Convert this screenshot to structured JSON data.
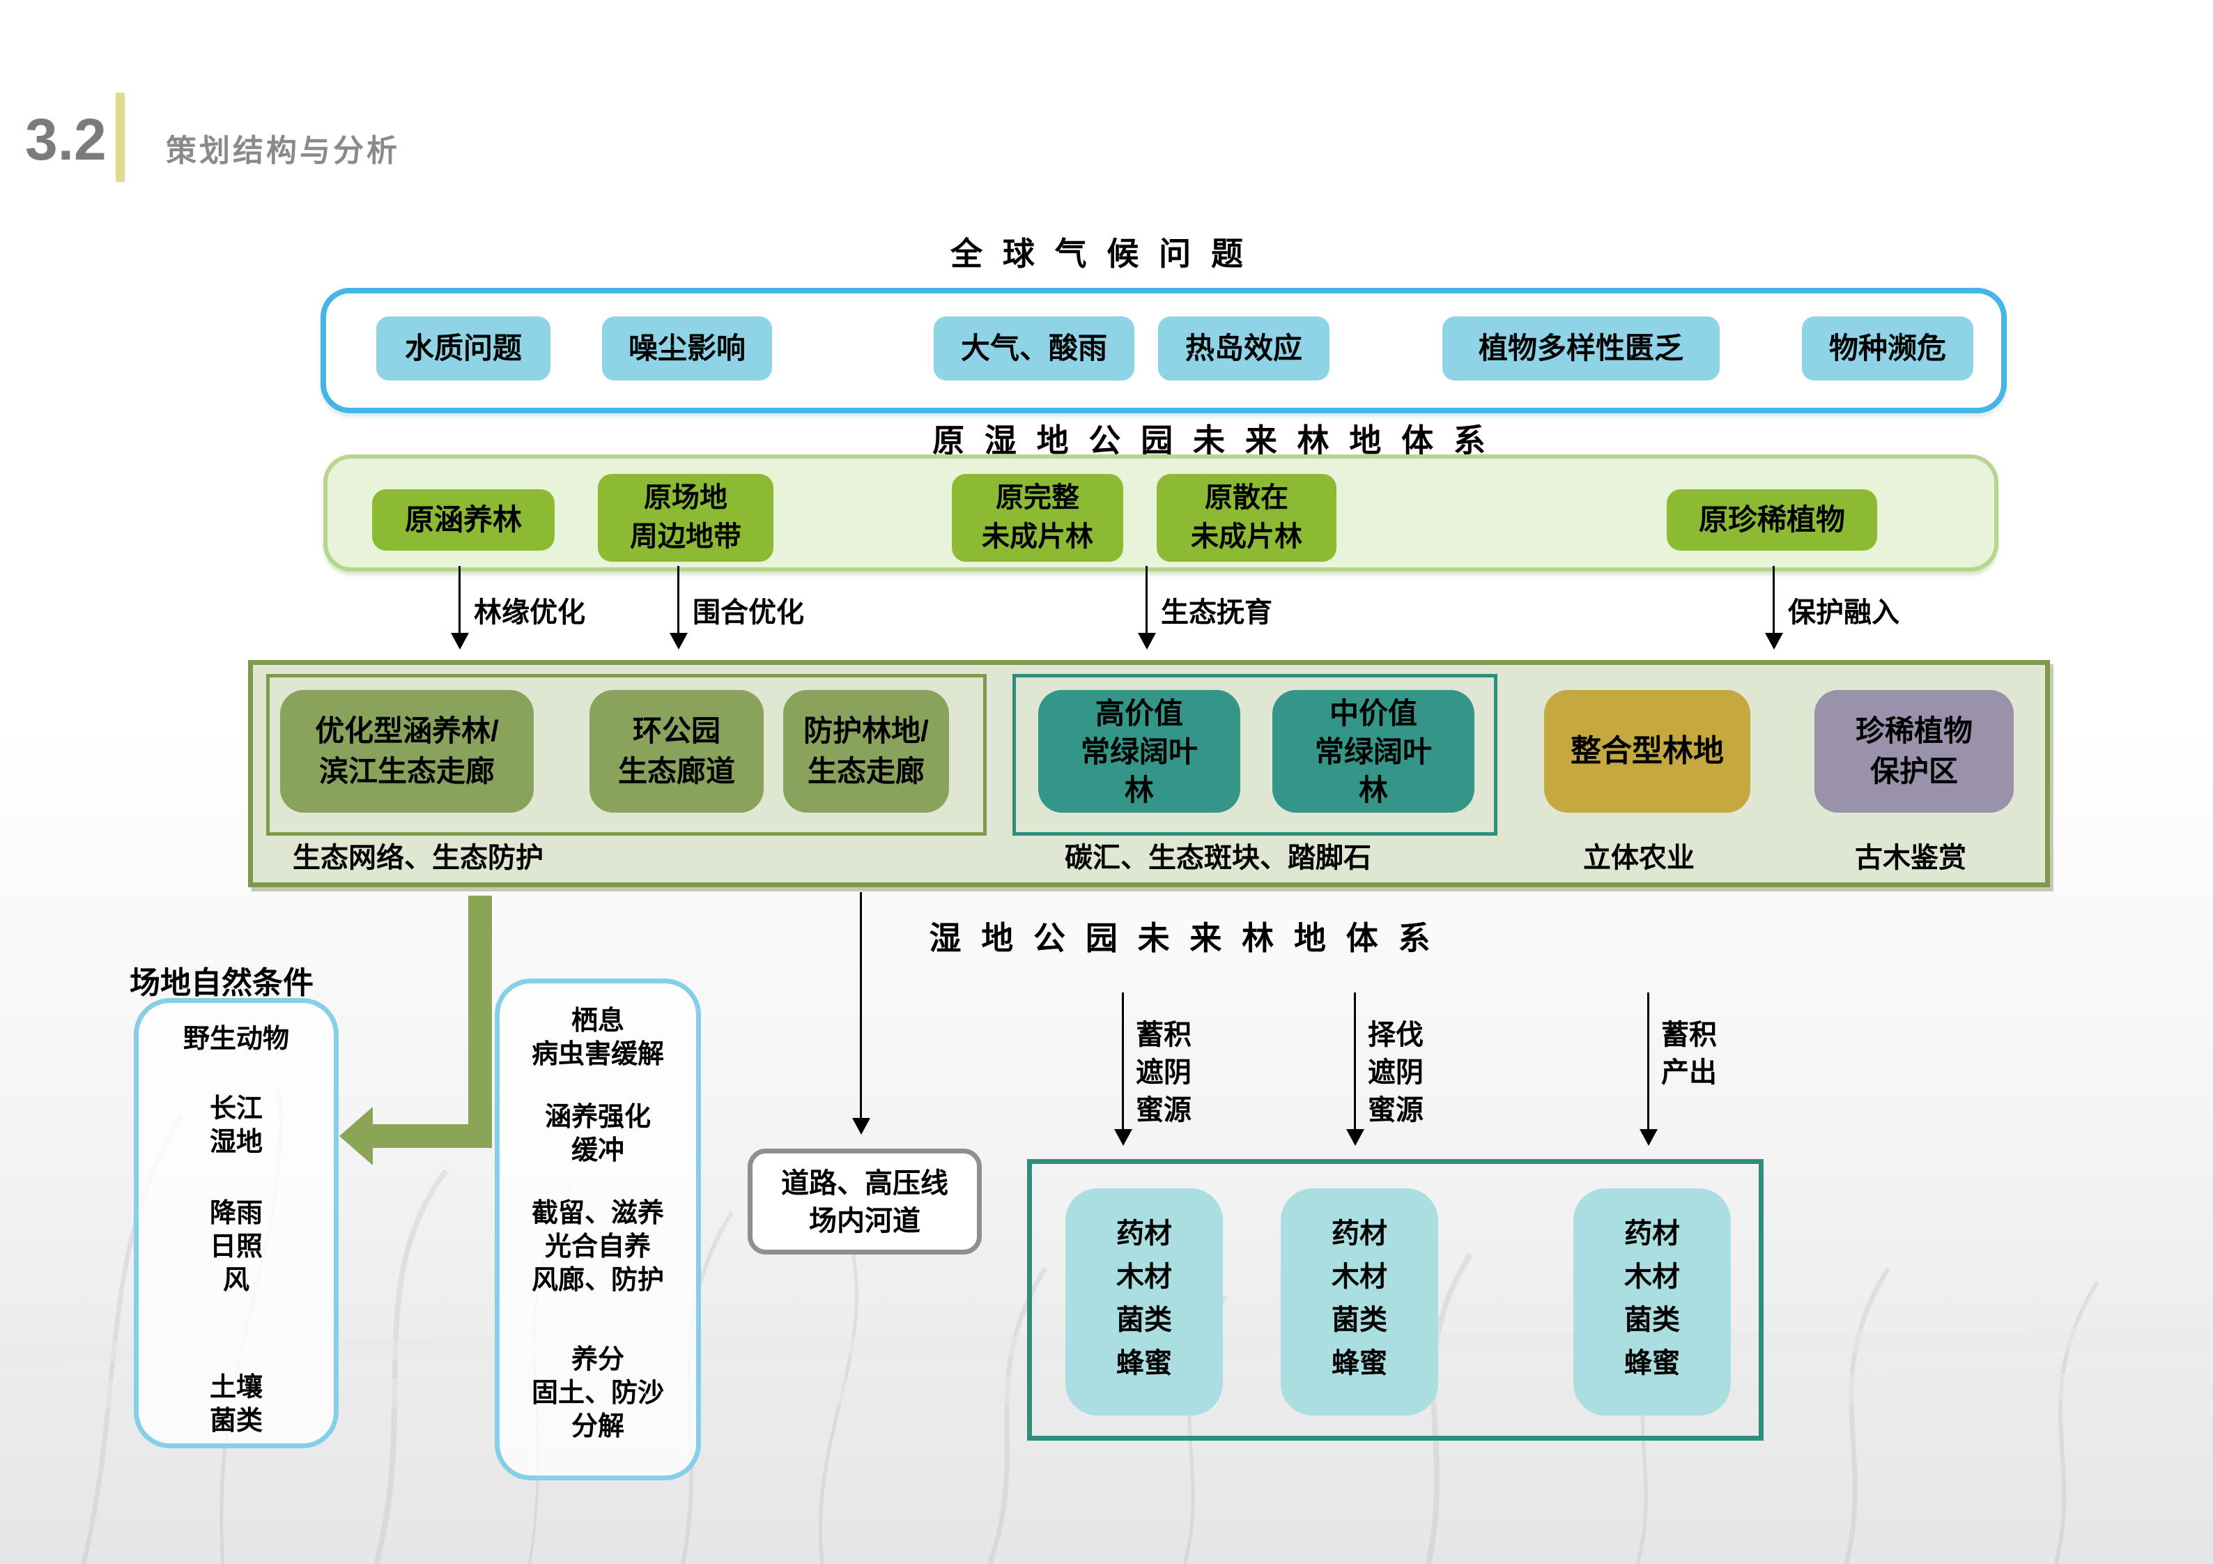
{
  "header": {
    "number": "3.2",
    "title": "策划结构与分析"
  },
  "climate": {
    "title": "全 球 气 候 问 题",
    "problems": [
      "水质问题",
      "噪尘影响",
      "大气、酸雨",
      "热岛效应",
      "植物多样性匮乏",
      "物种濒危"
    ]
  },
  "original_forest": {
    "title": "原 湿 地 公 园 未 来 林 地 体 系",
    "boxes": [
      "原涵养林",
      "原场地\n周边地带",
      "原完整\n未成片林",
      "原散在\n未成片林",
      "原珍稀植物"
    ]
  },
  "transitions": [
    "林缘优化",
    "围合优化",
    "生态抚育",
    "保护融入"
  ],
  "plan": {
    "groups": [
      {
        "boxes": [
          "优化型涵养林/\n滨江生态走廊",
          "环公园\n生态廊道",
          "防护林地/\n生态走廊"
        ],
        "caption": "生态网络、生态防护"
      },
      {
        "boxes": [
          "高价值\n常绿阔叶\n林",
          "中价值\n常绿阔叶\n林"
        ],
        "caption": "碳汇、生态斑块、踏脚石"
      },
      {
        "boxes": [
          "整合型林地"
        ],
        "caption": "立体农业"
      },
      {
        "boxes": [
          "珍稀植物\n保护区"
        ],
        "caption": "古木鉴赏"
      }
    ]
  },
  "future_forest": {
    "title": "湿 地 公 园 未 来 林 地 体 系"
  },
  "site_conditions": {
    "label": "场地自然条件",
    "items": [
      "野生动物",
      "长江\n湿地",
      "降雨\n日照\n风",
      "土壤\n菌类"
    ]
  },
  "benefits": {
    "items": [
      "栖息\n病虫害缓解",
      "涵养强化\n缓冲",
      "截留、滋养\n光合自养\n风廊、防护",
      "养分\n固土、防沙\n分解"
    ]
  },
  "infrastructure": {
    "label": "道路、高压线\n场内河道"
  },
  "outputs": {
    "arrow_labels": [
      "蓄积\n遮阴\n蜜源",
      "择伐\n遮阴\n蜜源",
      "蓄积\n产出"
    ],
    "product_boxes": [
      "药材\n木材\n菌类\n蜂蜜",
      "药材\n木材\n菌类\n蜂蜜",
      "药材\n木材\n菌类\n蜂蜜"
    ]
  },
  "colors": {
    "sky_blue_border": "#45b5e5",
    "light_blue_box": "#8fd4e6",
    "pale_green_fill": "#e8f3da",
    "pale_green_border": "#b5d68c",
    "yellow_green_box": "#8cba32",
    "sage_fill": "#dfe7d2",
    "olive_border": "#7d9a4b",
    "olive_box": "#8aa35c",
    "teal_border": "#2e8e7e",
    "teal_box": "#339688",
    "gold_box": "#c3a93f",
    "purple_box": "#9a92ab",
    "cyan_box": "#abdee1",
    "gray_border": "#8f8f8f",
    "green_arrow": "#8ba556",
    "accent_bar": "#dfda8e"
  }
}
